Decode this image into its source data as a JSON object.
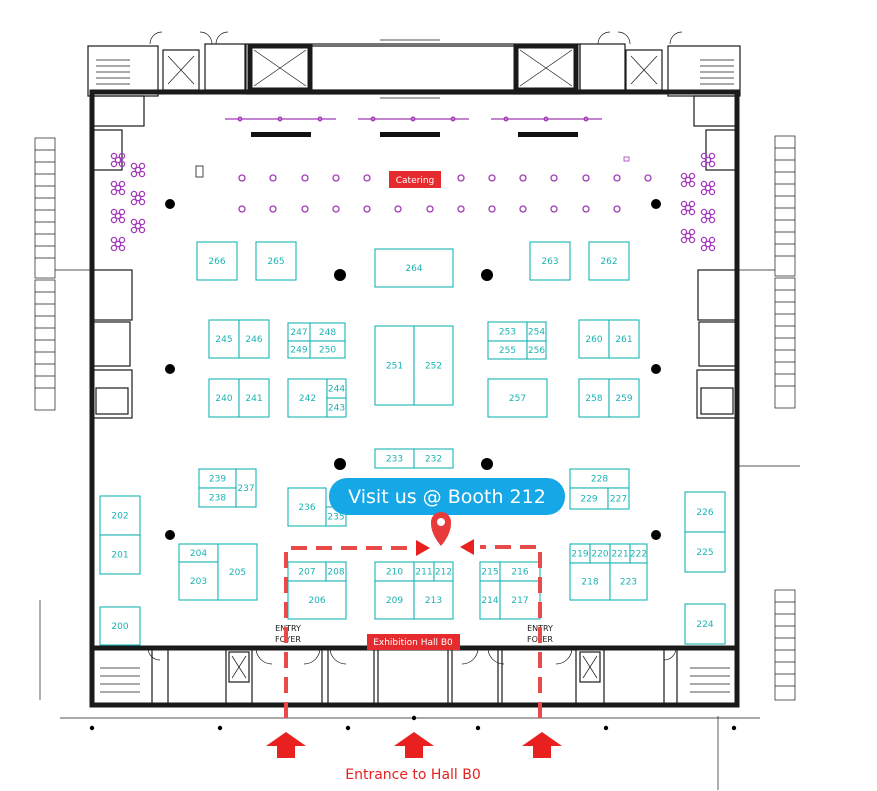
{
  "map": {
    "catering_label": "Catering",
    "hall_label": "Exhibition Hall B0",
    "entry_label_line1": "ENTRY",
    "entry_label_line2": "FOYER",
    "callout_text": "Visit us @ Booth 212",
    "entrance_text": "Entrance to Hall B0",
    "highlighted_booth": "212",
    "colors": {
      "booth_outline": "#1ab3b3",
      "wall": "#1a1a1a",
      "catering_furniture": "#a23bb8",
      "label_red": "#e52b2e",
      "route_red": "#e84a4a",
      "callout_blue": "#16a7e6",
      "pin_red": "#e83a3a"
    },
    "icons": [
      "location-pin-icon",
      "up-arrow-icon"
    ]
  },
  "booths": [
    "266",
    "265",
    "264",
    "263",
    "262",
    "245",
    "246",
    "247",
    "248",
    "249",
    "250",
    "251",
    "252",
    "253",
    "254",
    "255",
    "256",
    "260",
    "261",
    "240",
    "241",
    "242",
    "243",
    "244",
    "257",
    "258",
    "259",
    "233",
    "232",
    "239",
    "238",
    "237",
    "236",
    "235",
    "228",
    "229",
    "227",
    "202",
    "201",
    "226",
    "225",
    "204",
    "203",
    "205",
    "207",
    "208",
    "206",
    "210",
    "211",
    "212",
    "209",
    "213",
    "215",
    "216",
    "214",
    "217",
    "219",
    "220",
    "221",
    "222",
    "218",
    "223",
    "200",
    "224"
  ]
}
